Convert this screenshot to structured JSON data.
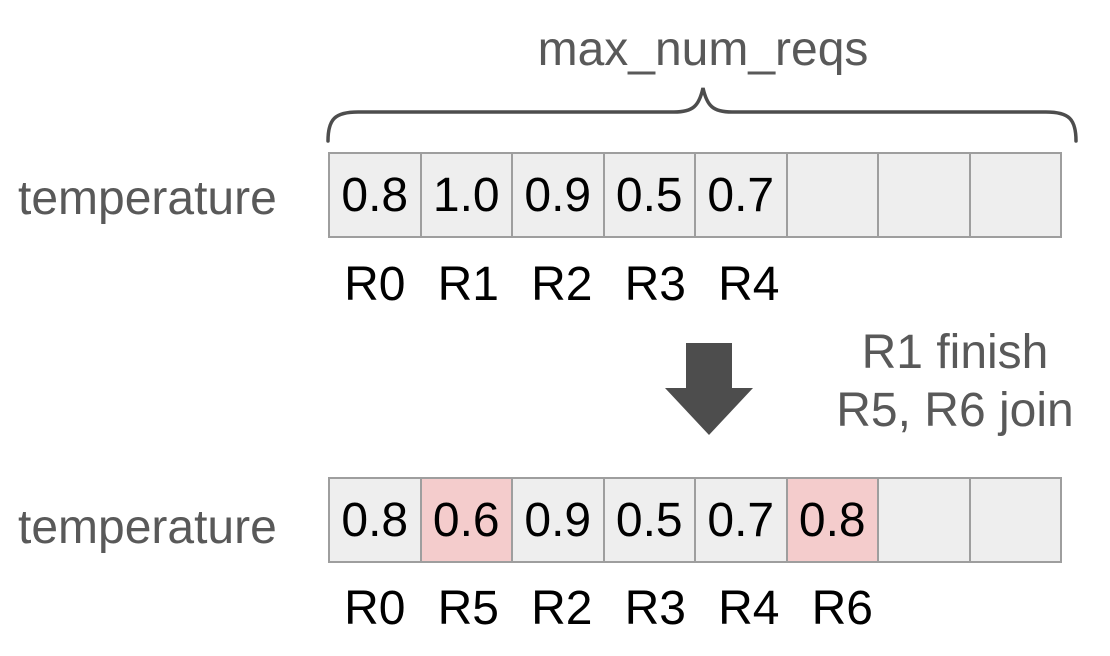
{
  "diagram": {
    "brace_label": "max_num_reqs",
    "before": {
      "row_label": "temperature",
      "cells": [
        {
          "value": "0.8",
          "highlight": false
        },
        {
          "value": "1.0",
          "highlight": false
        },
        {
          "value": "0.9",
          "highlight": false
        },
        {
          "value": "0.5",
          "highlight": false
        },
        {
          "value": "0.7",
          "highlight": false
        },
        {
          "value": "",
          "highlight": false
        },
        {
          "value": "",
          "highlight": false
        },
        {
          "value": "",
          "highlight": false
        }
      ],
      "request_ids": [
        "R0",
        "R1",
        "R2",
        "R3",
        "R4"
      ]
    },
    "transition": {
      "arrow_icon": "down-arrow",
      "lines": [
        "R1 finish",
        "R5, R6 join"
      ]
    },
    "after": {
      "row_label": "temperature",
      "cells": [
        {
          "value": "0.8",
          "highlight": false
        },
        {
          "value": "0.6",
          "highlight": true
        },
        {
          "value": "0.9",
          "highlight": false
        },
        {
          "value": "0.5",
          "highlight": false
        },
        {
          "value": "0.7",
          "highlight": false
        },
        {
          "value": "0.8",
          "highlight": true
        },
        {
          "value": "",
          "highlight": false
        },
        {
          "value": "",
          "highlight": false
        }
      ],
      "request_ids": [
        "R0",
        "R5",
        "R2",
        "R3",
        "R4",
        "R6"
      ]
    },
    "colors": {
      "text_gray": "#595959",
      "shape_gray": "#4d4d4d",
      "cell_fill": "#eeeeee",
      "cell_border": "#9e9e9e",
      "highlight_fill": "#f4cccc",
      "value_black": "#000000"
    }
  }
}
